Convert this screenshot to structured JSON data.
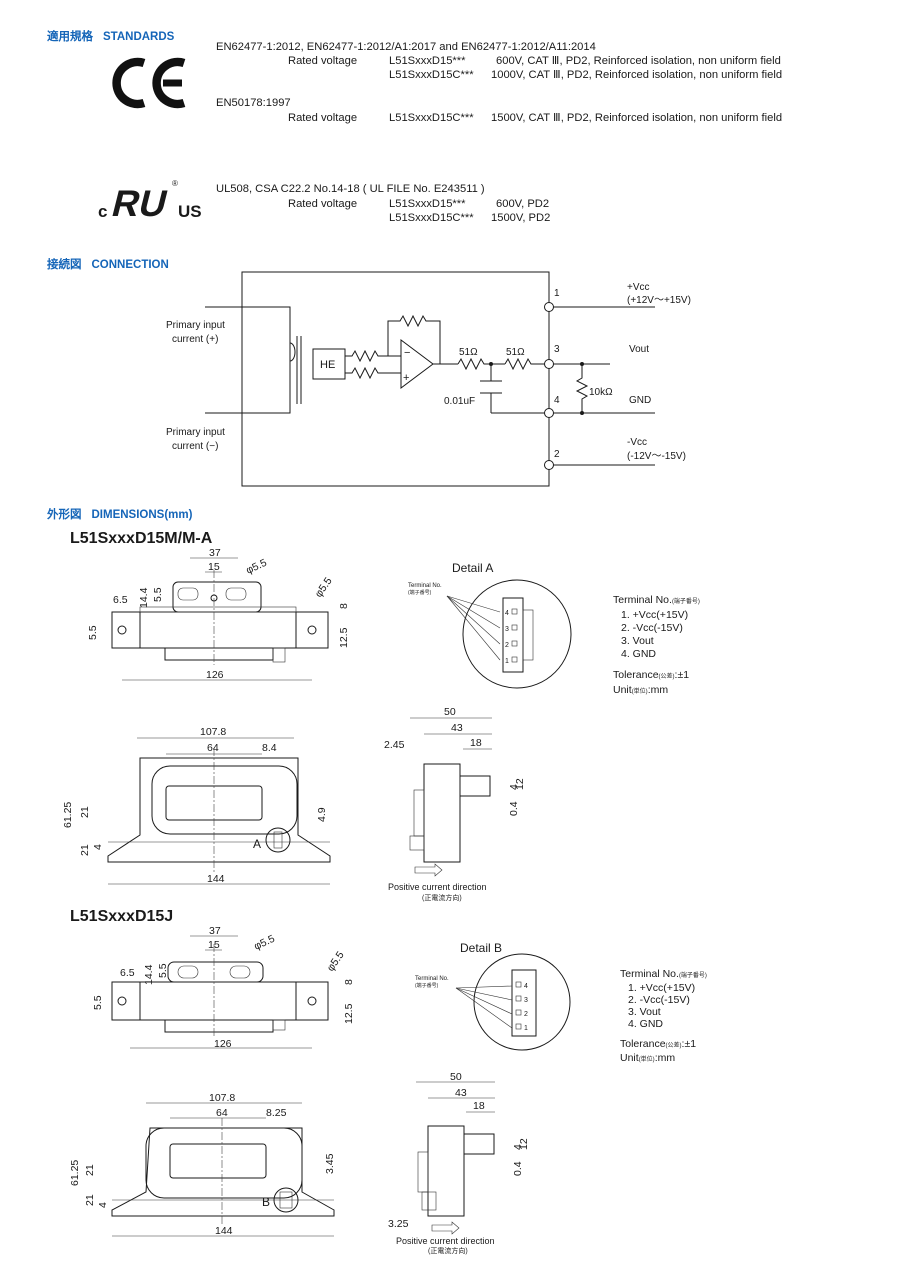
{
  "standards": {
    "heading_jp": "適用規格",
    "heading_en": "STANDARDS",
    "ce_logo": "CE",
    "ce_lines": [
      {
        "std": "EN62477-1:2012, EN62477-1:2012/A1:2017 and EN62477-1:2012/A11:2014"
      },
      {
        "label": "Rated voltage",
        "model": "L51SxxxD15***",
        "rating": "600V, CAT Ⅲ, PD2, Reinforced isolation, non uniform field"
      },
      {
        "model": "L51SxxxD15C***",
        "rating": "1000V, CAT Ⅲ, PD2, Reinforced isolation, non uniform field"
      },
      {
        "std": "EN50178:1997"
      },
      {
        "label": "Rated voltage",
        "model": "L51SxxxD15C***",
        "rating": "1500V, CAT Ⅲ, PD2, Reinforced isolation, non uniform field"
      }
    ],
    "ul_logo": {
      "c": "c",
      "ur": "RU",
      "us": "US",
      "reg": "®"
    },
    "ul_lines": [
      {
        "std": "UL508,  CSA C22.2 No.14-18 ( UL FILE No. E243511 )"
      },
      {
        "label": "Rated voltage",
        "model": "L51SxxxD15***",
        "rating": "600V, PD2"
      },
      {
        "model": "L51SxxxD15C***",
        "rating": "1500V, PD2"
      }
    ]
  },
  "connection": {
    "heading_jp": "接続図",
    "heading_en": "CONNECTION",
    "primary_plus": [
      "Primary input",
      "current (+)"
    ],
    "primary_minus": [
      "Primary input",
      "current (−)"
    ],
    "he": "HE",
    "r1": "51Ω",
    "r2": "51Ω",
    "cap": "0.01uF",
    "rload": "10kΩ",
    "pins": [
      "1",
      "3",
      "4",
      "2"
    ],
    "vcc_pos": [
      "+Vcc",
      "(+12V〜+15V)"
    ],
    "vout": "Vout",
    "gnd": "GND",
    "vcc_neg": [
      "-Vcc",
      "(-12V〜-15V)"
    ],
    "opamp_minus": "−",
    "opamp_plus": "+"
  },
  "dimensions": {
    "heading_jp": "外形図",
    "heading_en": "DIMENSIONS(mm)",
    "models": [
      {
        "name": "L51SxxxD15M/M-A",
        "top": {
          "w": "37",
          "w2": "15",
          "hole": "φ5.5",
          "hole2": "φ5.5",
          "l1": "6.5",
          "l2": "14.4",
          "l3": "5.5",
          "l4": "5.5",
          "r1": "8",
          "r2": "12.5",
          "len": "126"
        },
        "detail": "Detail A",
        "detail_letter": "A",
        "front": {
          "w": "107.8",
          "w2": "64",
          "w3": "8.4",
          "h": "61.25",
          "h2": "21",
          "h3": "21",
          "h4": "4",
          "r": "4.9",
          "base": "144"
        },
        "side": {
          "w": "50",
          "w2": "43",
          "w3": "18",
          "off": "2.45",
          "t1": "4",
          "t2": "12",
          "t3": "0.4"
        }
      },
      {
        "name": "L51SxxxD15J",
        "top": {
          "w": "37",
          "w2": "15",
          "hole": "φ5.5",
          "hole2": "φ5.5",
          "l1": "6.5",
          "l2": "14.4",
          "l3": "5.5",
          "l4": "5.5",
          "r1": "8",
          "r2": "12.5",
          "len": "126"
        },
        "detail": "Detail B",
        "detail_letter": "B",
        "front": {
          "w": "107.8",
          "w2": "64",
          "w3": "8.25",
          "h": "61.25",
          "h2": "21",
          "h3": "21",
          "h4": "4",
          "r": "3.45",
          "base": "144"
        },
        "side": {
          "w": "50",
          "w2": "43",
          "w3": "18",
          "off": "3.25",
          "t1": "4",
          "t2": "12",
          "t3": "0.4"
        }
      }
    ],
    "terminal_label": "Terminal No.",
    "terminal_label_jp": "(端子番号)",
    "terminal_heading": "Terminal No.",
    "terminal_heading_jp": "(端子番号)",
    "terminals": [
      "1. +Vcc(+15V)",
      "2. -Vcc(-15V)",
      "3. Vout",
      "4. GND"
    ],
    "pin_nums": [
      "4",
      "3",
      "2",
      "1"
    ],
    "tolerance": "Tolerance",
    "tolerance_jp": "(公差)",
    "tolerance_val": ":±1",
    "unit": "Unit",
    "unit_jp": "(単位)",
    "unit_val": ":mm",
    "current_dir": "Positive current direction",
    "current_dir_jp": "(正電流方向)"
  }
}
